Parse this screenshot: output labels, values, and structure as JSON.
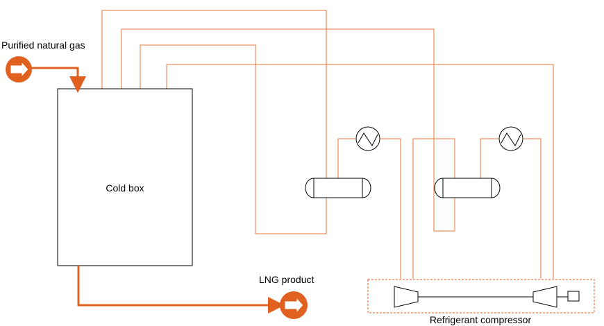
{
  "labels": {
    "feed": "Purified natural gas",
    "cold_box": "Cold box",
    "product": "LNG product",
    "compressor": "Refrigerant compressor"
  },
  "icons": {
    "feed": "orange-arrow-circle-icon",
    "product": "orange-arrow-circle-icon",
    "cooler": "heat-exchanger-icon",
    "drum": "separator-drum-icon",
    "compressor": "compressor-stage-icon",
    "motor": "driver-motor-icon"
  },
  "colors": {
    "flow": "#e06020",
    "refrigerant": "#e8763a",
    "equipment": "#000000",
    "compressor_box": "#e06020"
  }
}
